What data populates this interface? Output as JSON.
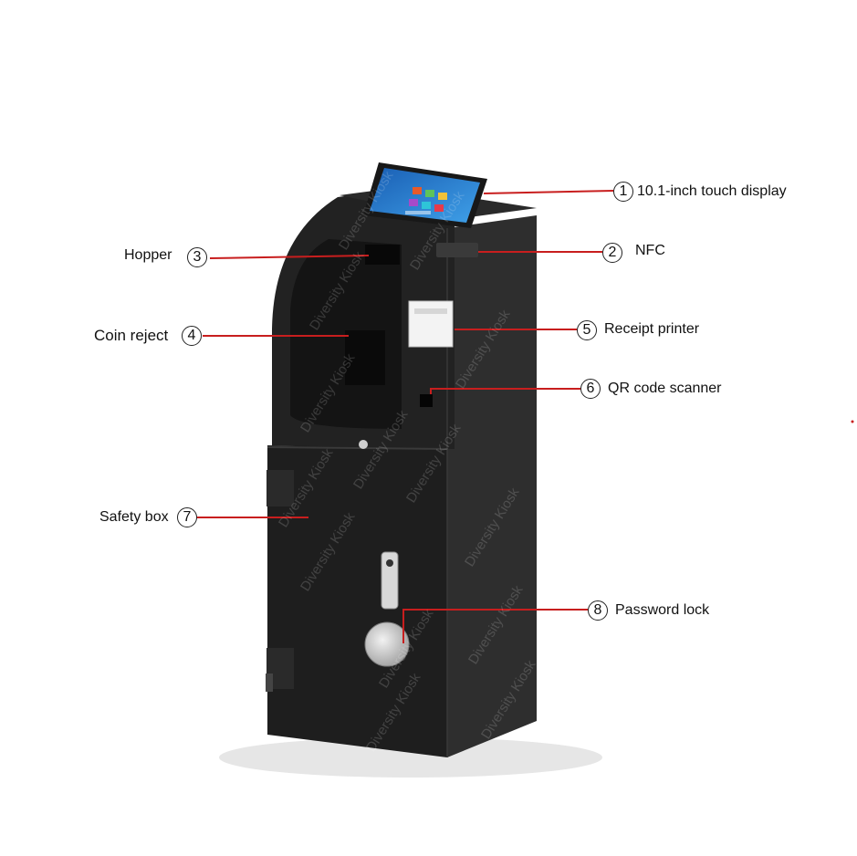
{
  "callouts": [
    {
      "num": "1",
      "label": "10.1-inch touch display"
    },
    {
      "num": "2",
      "label": "NFC"
    },
    {
      "num": "3",
      "label": "Hopper"
    },
    {
      "num": "4",
      "label": "Coin reject"
    },
    {
      "num": "5",
      "label": "Receipt printer"
    },
    {
      "num": "6",
      "label": "QR code scanner"
    },
    {
      "num": "7",
      "label": "Safety box"
    },
    {
      "num": "8",
      "label": "Password lock"
    }
  ],
  "watermark": "Diversity Kiosk",
  "colors": {
    "leader_line": "#c81e1e",
    "cabinet": "#202020",
    "cabinet_side": "#2e2e2e",
    "background": "#ffffff"
  }
}
